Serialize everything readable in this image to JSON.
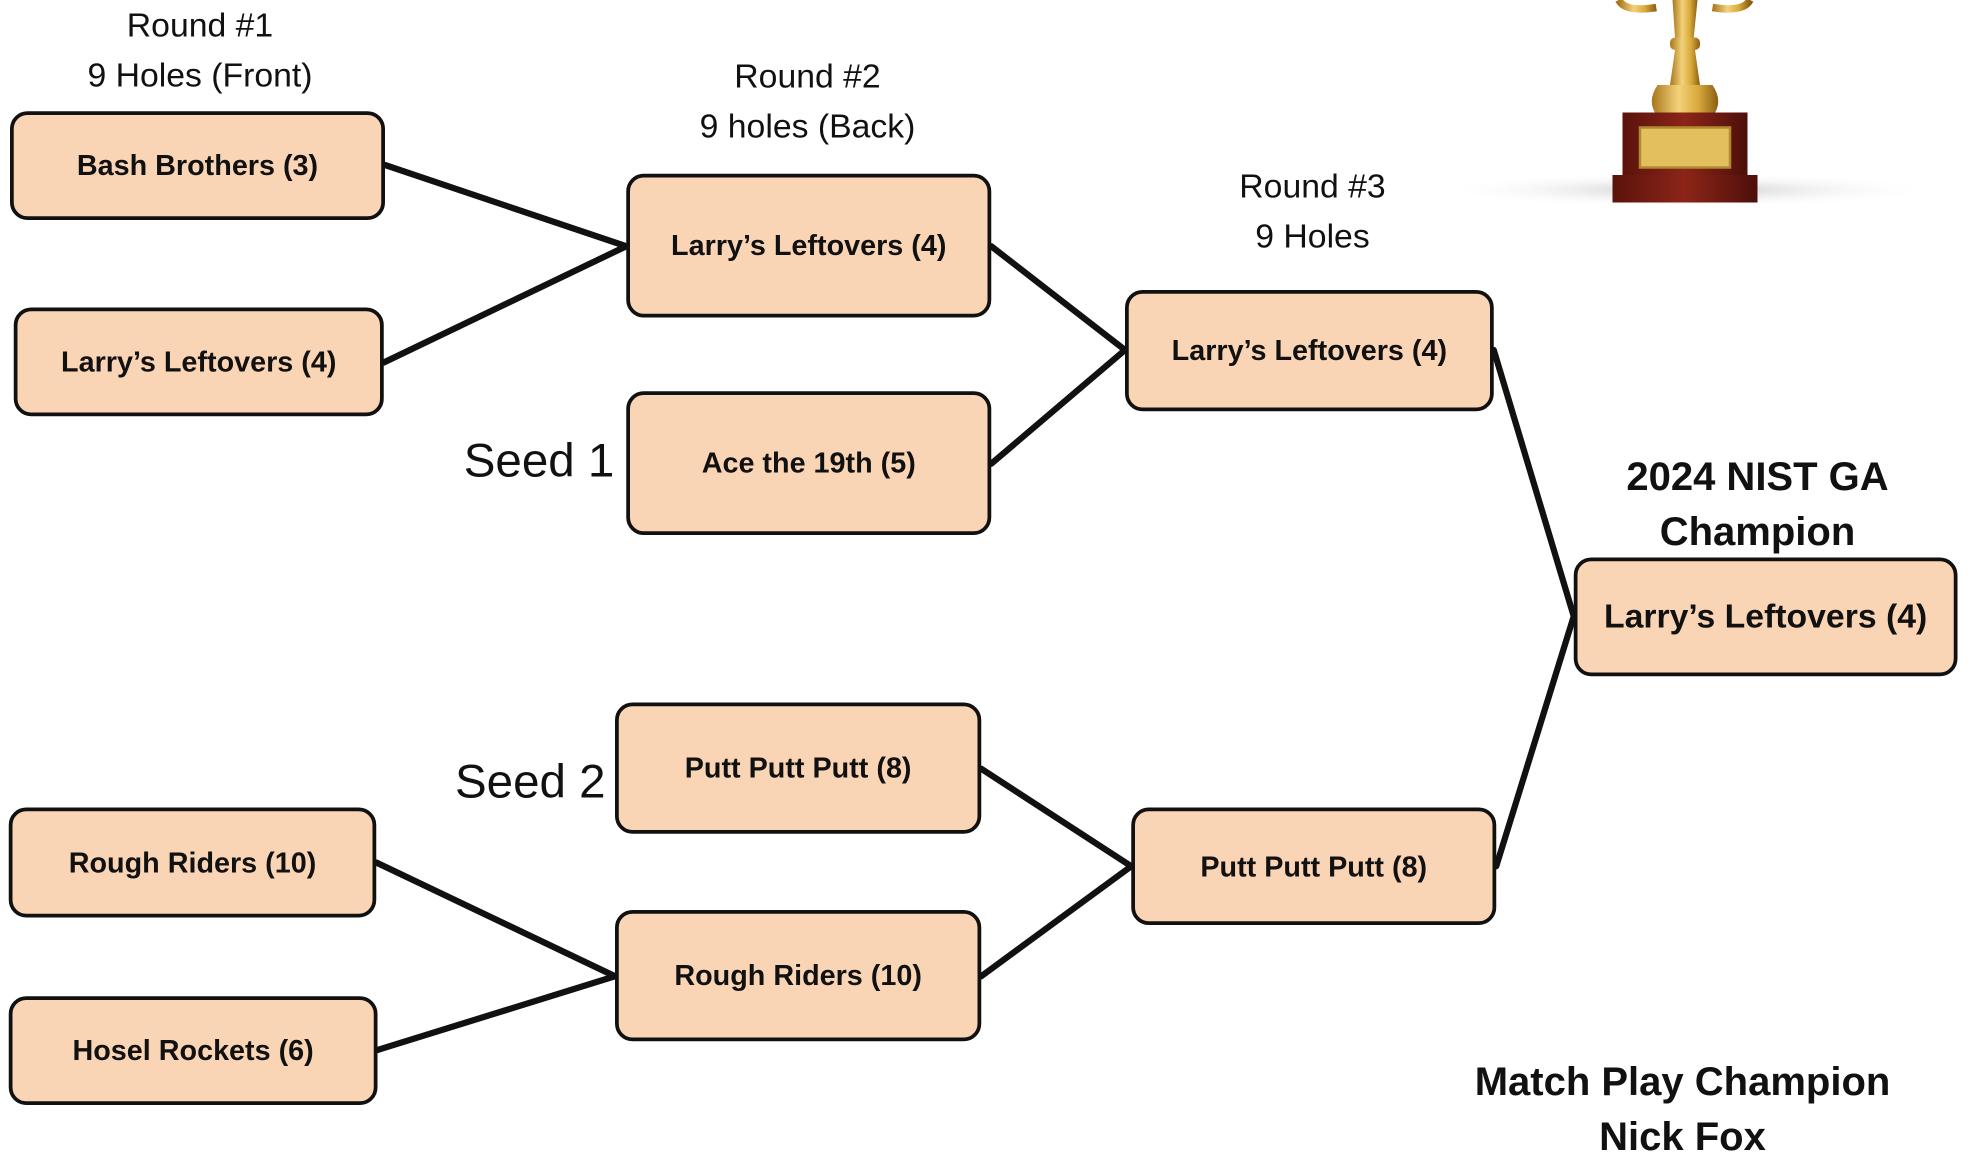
{
  "rounds": [
    {
      "name": "Round #1",
      "holes": "9 Holes (Front)"
    },
    {
      "name": "Round #2",
      "holes": "9 holes (Back)"
    },
    {
      "name": "Round #3",
      "holes": "9 Holes"
    }
  ],
  "seeds": {
    "seed1": "Seed 1",
    "seed2": "Seed 2"
  },
  "bracket": {
    "round1": [
      "Bash Brothers (3)",
      "Larry’s Leftovers (4)",
      "Rough Riders (10)",
      "Hosel Rockets (6)"
    ],
    "round2": [
      "Larry’s Leftovers (4)",
      "Ace the 19th (5)",
      "Putt Putt Putt (8)",
      "Rough Riders (10)"
    ],
    "round3": [
      "Larry’s Leftovers (4)",
      "Putt Putt Putt (8)"
    ],
    "champion": "Larry’s Leftovers (4)"
  },
  "champion_title": {
    "line1": "2024 NIST GA",
    "line2": "Champion"
  },
  "match_play": {
    "line1": "Match Play Champion",
    "line2": "Nick Fox"
  },
  "trophy": {
    "icon": "trophy-icon",
    "gold": "#d9a93a",
    "base": "#7a1c14",
    "plate": "#e3bf5e"
  }
}
